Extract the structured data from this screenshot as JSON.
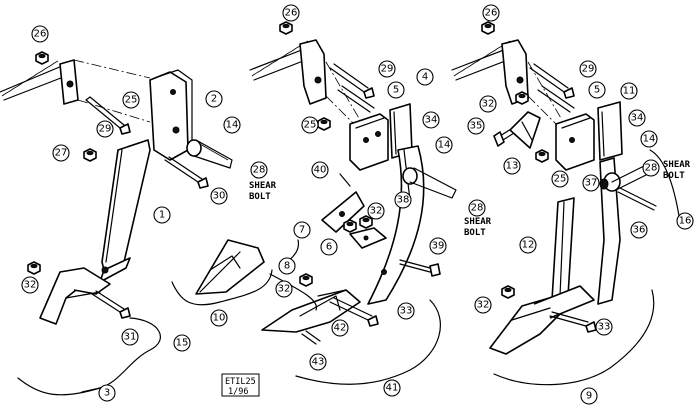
{
  "callouts": {
    "c26a": "26",
    "c25a": "25",
    "c2": "2",
    "c29a": "29",
    "c27": "27",
    "c14a": "14",
    "c28a": "28",
    "c30": "30",
    "c1": "1",
    "c32a": "32",
    "c31": "31",
    "c3": "3",
    "c10": "10",
    "c15": "15",
    "c26b": "26",
    "c29b": "29",
    "c4": "4",
    "c5b": "5",
    "c25b": "25",
    "c34b": "34",
    "c14b": "14",
    "c40": "40",
    "c28b": "28",
    "c32b": "32",
    "c38": "38",
    "c7": "7",
    "c6": "6",
    "c39": "39",
    "c8": "8",
    "c32c": "32",
    "c33b": "33",
    "c42": "42",
    "c43": "43",
    "c41": "41",
    "c26c": "26",
    "c29c": "29",
    "c32d": "32",
    "c5c": "5",
    "c11": "11",
    "c35": "35",
    "c34c": "34",
    "c13": "13",
    "c14c": "14",
    "c25c": "25",
    "c37": "37",
    "c28c": "28",
    "c16": "16",
    "c36": "36",
    "c12": "12",
    "c32e": "32",
    "c33c": "33",
    "c9": "9"
  },
  "notes": {
    "shear_bolt_a_l1": "SHEAR",
    "shear_bolt_a_l2": "BOLT",
    "shear_bolt_b_l1": "SHEAR",
    "shear_bolt_b_l2": "BOLT",
    "shear_bolt_c_l1": "SHEAR",
    "shear_bolt_c_l2": "BOLT"
  },
  "stamp": {
    "line1": "ETIL25",
    "line2": "1/96"
  }
}
